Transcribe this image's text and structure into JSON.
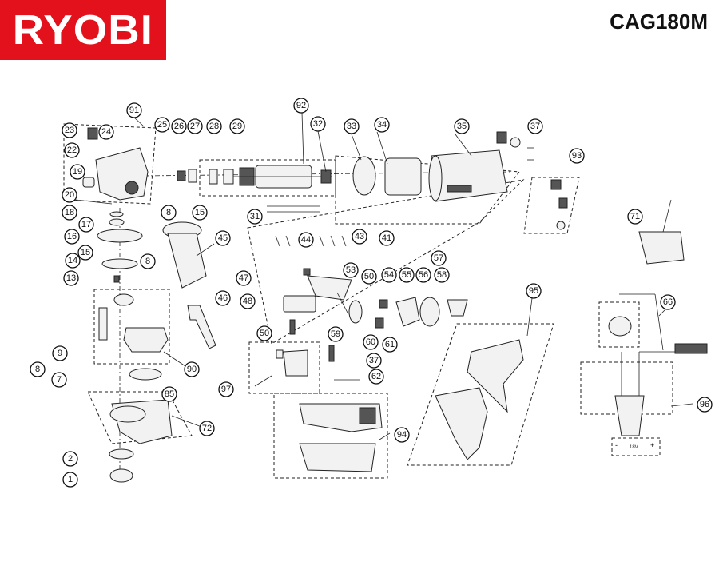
{
  "header": {
    "brand_logo_text": "RYOBI",
    "model": "CAG180M"
  },
  "callouts": [
    {
      "label": "91"
    },
    {
      "label": "25"
    },
    {
      "label": "26"
    },
    {
      "label": "27"
    },
    {
      "label": "28"
    },
    {
      "label": "29"
    },
    {
      "label": "92"
    },
    {
      "label": "32"
    },
    {
      "label": "33"
    },
    {
      "label": "34"
    },
    {
      "label": "35"
    },
    {
      "label": "37"
    },
    {
      "label": "93"
    },
    {
      "label": "23"
    },
    {
      "label": "24"
    },
    {
      "label": "22"
    },
    {
      "label": "19"
    },
    {
      "label": "20"
    },
    {
      "label": "18"
    },
    {
      "label": "17"
    },
    {
      "label": "16"
    },
    {
      "label": "15"
    },
    {
      "label": "14"
    },
    {
      "label": "13"
    },
    {
      "label": "8"
    },
    {
      "label": "15"
    },
    {
      "label": "31"
    },
    {
      "label": "44"
    },
    {
      "label": "43"
    },
    {
      "label": "41"
    },
    {
      "label": "45"
    },
    {
      "label": "57"
    },
    {
      "label": "71"
    },
    {
      "label": "8"
    },
    {
      "label": "47"
    },
    {
      "label": "53"
    },
    {
      "label": "50"
    },
    {
      "label": "54"
    },
    {
      "label": "55"
    },
    {
      "label": "56"
    },
    {
      "label": "58"
    },
    {
      "label": "95"
    },
    {
      "label": "48"
    },
    {
      "label": "46"
    },
    {
      "label": "66"
    },
    {
      "label": "50"
    },
    {
      "label": "59"
    },
    {
      "label": "60"
    },
    {
      "label": "61"
    },
    {
      "label": "9"
    },
    {
      "label": "8"
    },
    {
      "label": "7"
    },
    {
      "label": "90"
    },
    {
      "label": "85"
    },
    {
      "label": "37"
    },
    {
      "label": "62"
    },
    {
      "label": "97"
    },
    {
      "label": "96"
    },
    {
      "label": "72"
    },
    {
      "label": "94"
    },
    {
      "label": "2"
    },
    {
      "label": "1"
    }
  ],
  "battery_label": "18V",
  "battery_polarity": {
    "negative": "-",
    "positive": "+"
  }
}
